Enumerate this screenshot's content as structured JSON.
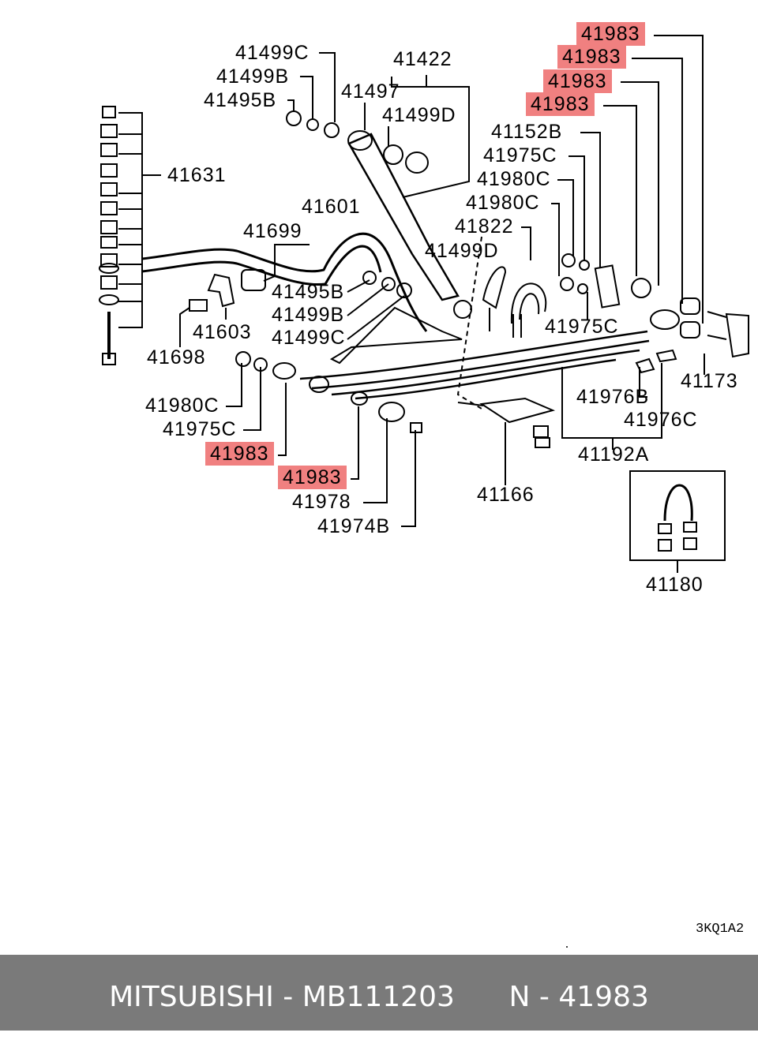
{
  "labels": {
    "p41983_a": "41983",
    "p41983_b": "41983",
    "p41983_c": "41983",
    "p41983_d": "41983",
    "p41983_e": "41983",
    "p41983_f": "41983",
    "p41499c_top": "41499C",
    "p41499b_top": "41499B",
    "p41495b_top": "41495B",
    "p41422": "41422",
    "p41497": "41497",
    "p41499d_top": "41499D",
    "p41152b": "41152B",
    "p41975c_top": "41975C",
    "p41980c_a": "41980C",
    "p41980c_b": "41980C",
    "p41631": "41631",
    "p41601": "41601",
    "p41699": "41699",
    "p41822": "41822",
    "p41499d_mid": "41499D",
    "p41495b_mid": "41495B",
    "p41499b_mid": "41499B",
    "p41499c_mid": "41499C",
    "p41603": "41603",
    "p41698": "41698",
    "p41975c_mid": "41975C",
    "p41173": "41173",
    "p41976b": "41976B",
    "p41976c": "41976C",
    "p41980c_low": "41980C",
    "p41975c_low": "41975C",
    "p41192a": "41192A",
    "p41166": "41166",
    "p41978": "41978",
    "p41974b": "41974B",
    "p41180": "41180"
  },
  "diagram_code": "3KQ1A2",
  "footer": {
    "text": "MITSUBISHI - MB111203      N - 41983",
    "bg_color": "#7a7a7a",
    "text_color": "#ffffff"
  },
  "highlight_color": "#f08080"
}
